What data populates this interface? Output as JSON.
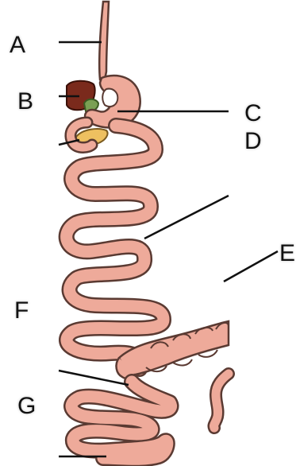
{
  "diagram": {
    "labels": {
      "a": "A",
      "b": "B",
      "c": "C",
      "d": "D",
      "e": "E",
      "f": "F",
      "g": "G"
    }
  },
  "colors": {
    "intestine_fill": "#eeaa9a",
    "intestine_outline": "#5a3a32",
    "liver": "#7a2a1c",
    "gallbladder": "#7aa054",
    "pancreas": "#eec060",
    "leader_line": "#111111",
    "background": "#ffffff"
  }
}
